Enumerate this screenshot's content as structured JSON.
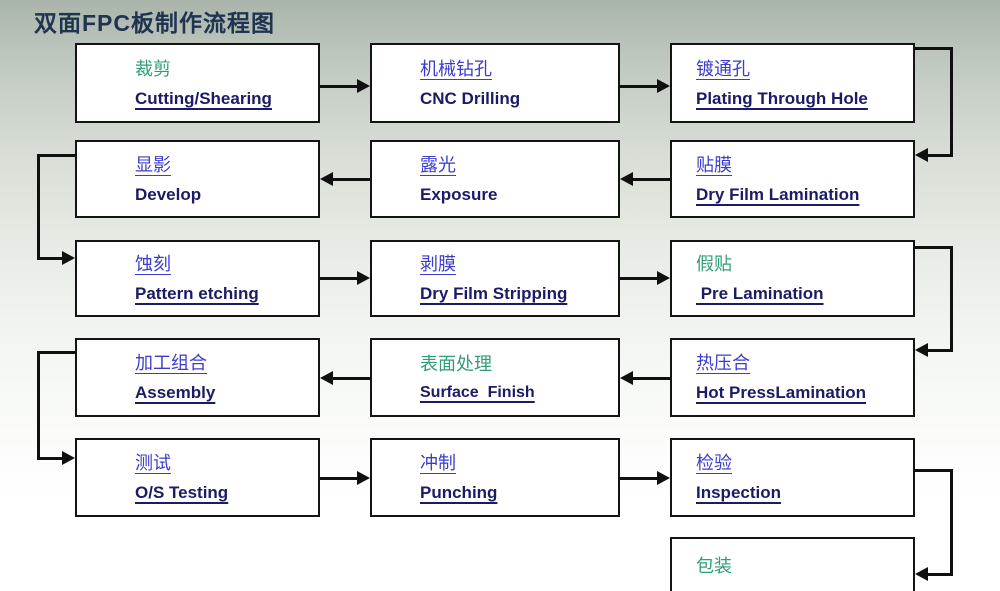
{
  "title": "双面FPC板制作流程图",
  "colors": {
    "title_color": "#203450",
    "box_bg": "#ffffff",
    "box_border": "#141414",
    "arrow": "#101010",
    "zh_blue": "#3c3ccc",
    "zh_green": "#2f9e78",
    "en_navy": "#1b1b66",
    "background_top": "#a9b4ab",
    "background_bottom": "#ffffff"
  },
  "boxes": [
    {
      "zh": "裁剪",
      "en": "Cutting/Shearing",
      "variant": "green",
      "en_underline": true
    },
    {
      "zh": "机械钻孔",
      "en": "CNC Drilling",
      "variant": "blue",
      "en_underline": false
    },
    {
      "zh": "镀通孔",
      "en": "Plating Through Hole",
      "variant": "blue",
      "en_underline": true
    },
    {
      "zh": "显影",
      "en": "Develop",
      "variant": "blue",
      "en_underline": false
    },
    {
      "zh": "露光",
      "en": "Exposure",
      "variant": "blue",
      "en_underline": false
    },
    {
      "zh": "贴膜",
      "en": "Dry Film Lamination",
      "variant": "blue",
      "en_underline": true
    },
    {
      "zh": "蚀刻",
      "en": "Pattern etching",
      "variant": "blue",
      "en_underline": true
    },
    {
      "zh": "剥膜",
      "en": "Dry Film Stripping",
      "variant": "blue",
      "en_underline": true
    },
    {
      "zh": "假贴",
      "en": " Pre Lamination",
      "variant": "green",
      "en_underline": true
    },
    {
      "zh": "加工组合",
      "en": "Assembly",
      "variant": "blue",
      "en_underline": true
    },
    {
      "zh": "表面处理",
      "en": "Surface  Finish",
      "variant": "green",
      "en_underline": true
    },
    {
      "zh": "热压合",
      "en": "Hot PressLamination",
      "variant": "blue",
      "en_underline": true
    },
    {
      "zh": "测试",
      "en": "O/S Testing",
      "variant": "blue",
      "en_underline": true
    },
    {
      "zh": "冲制",
      "en": "Punching",
      "variant": "blue",
      "en_underline": true
    },
    {
      "zh": "检验",
      "en": "Inspection",
      "variant": "blue",
      "en_underline": true
    },
    {
      "zh": "包装",
      "en": "",
      "variant": "green",
      "en_underline": false
    }
  ]
}
